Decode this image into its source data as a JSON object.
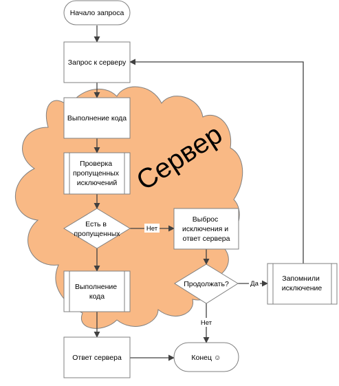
{
  "colors": {
    "cloud_fill": "#f9b985",
    "cloud_stroke": "#7f7f7f",
    "box_fill": "#ffffff",
    "box_stroke": "#7f7f7f",
    "edge": "#404040"
  },
  "cloud": {
    "label": "Сервер"
  },
  "nodes": {
    "start": {
      "label": "Начало запроса",
      "shape": "terminator"
    },
    "request": {
      "label": "Запрос к серверу",
      "shape": "process"
    },
    "exec1": {
      "label": "Выполнение кода",
      "shape": "process"
    },
    "check": {
      "label": "Проверка пропущенных исключений",
      "lines": [
        "Проверка",
        "пропущенных",
        "исключений"
      ],
      "shape": "subprocess"
    },
    "decision1": {
      "label": "Есть в пропущенных",
      "lines": [
        "Есть в",
        "пропущенных"
      ],
      "shape": "decision"
    },
    "throw": {
      "label": "Выброс исключения и ответ сервера",
      "lines": [
        "Выброс",
        "исключения и",
        "ответ сервера"
      ],
      "shape": "process"
    },
    "exec2": {
      "label": "Выполнение кода",
      "lines": [
        "Выполнение",
        "кода"
      ],
      "shape": "subprocess"
    },
    "decision2": {
      "label": "Продолжать?",
      "shape": "decision"
    },
    "remember": {
      "label": "Запомнили исключение",
      "lines": [
        "Запомнили",
        "исключение"
      ],
      "shape": "subprocess"
    },
    "response": {
      "label": "Ответ сервера",
      "shape": "process"
    },
    "end": {
      "label": "Конец ☺",
      "shape": "terminator"
    }
  },
  "edges": [
    {
      "from": "start",
      "to": "request",
      "label": ""
    },
    {
      "from": "request",
      "to": "exec1",
      "label": ""
    },
    {
      "from": "exec1",
      "to": "check",
      "label": ""
    },
    {
      "from": "check",
      "to": "decision1",
      "label": ""
    },
    {
      "from": "decision1",
      "to": "throw",
      "label": "Нет"
    },
    {
      "from": "decision1",
      "to": "exec2",
      "label": ""
    },
    {
      "from": "throw",
      "to": "decision2",
      "label": ""
    },
    {
      "from": "decision2",
      "to": "remember",
      "label": "Да"
    },
    {
      "from": "decision2",
      "to": "end",
      "label": "Нет"
    },
    {
      "from": "remember",
      "to": "request",
      "label": ""
    },
    {
      "from": "exec2",
      "to": "response",
      "label": ""
    },
    {
      "from": "response",
      "to": "end",
      "label": ""
    }
  ]
}
